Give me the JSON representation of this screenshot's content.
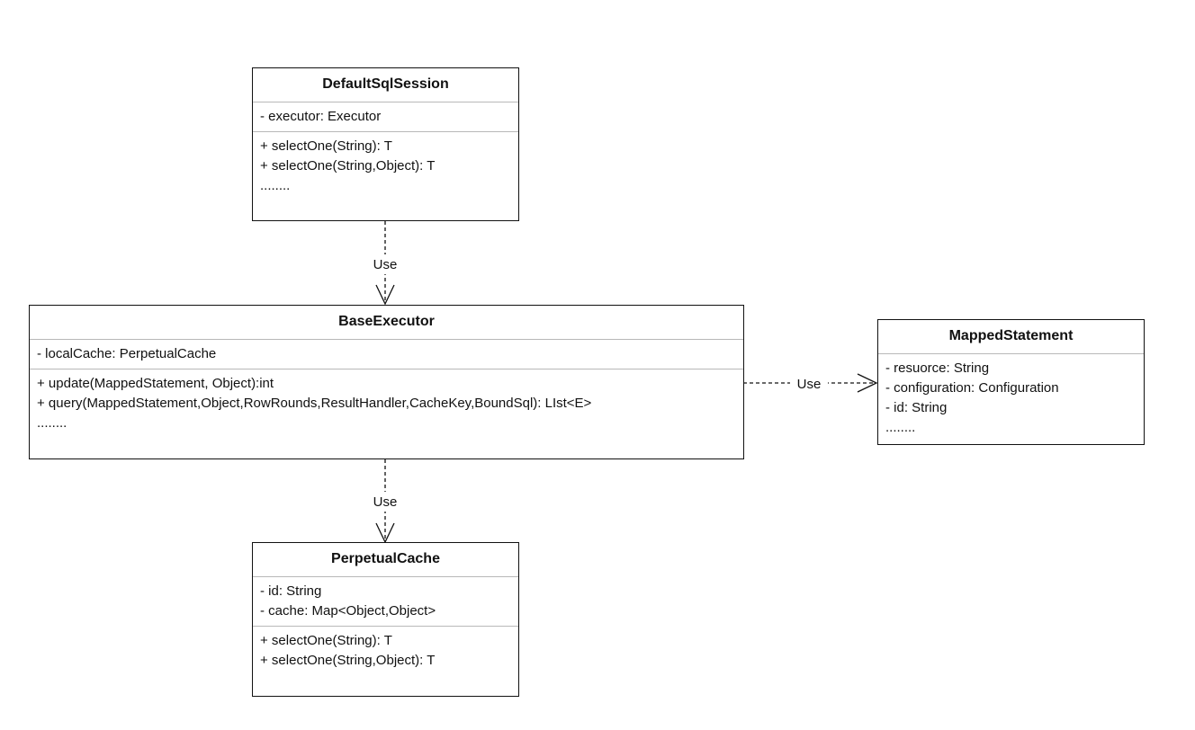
{
  "classes": {
    "default_sql_session": {
      "name": "DefaultSqlSession",
      "attributes": [
        "- executor: Executor"
      ],
      "operations": [
        "+ selectOne(String): T",
        "+ selectOne(String,Object): T",
        "........"
      ]
    },
    "base_executor": {
      "name": "BaseExecutor",
      "attributes": [
        "- localCache: PerpetualCache"
      ],
      "operations": [
        "+ update(MappedStatement, Object):int",
        "+ query(MappedStatement,Object,RowRounds,ResultHandler,CacheKey,BoundSql): LIst<E>",
        "........"
      ]
    },
    "mapped_statement": {
      "name": "MappedStatement",
      "attributes": [
        "- resuorce: String",
        "- configuration: Configuration",
        "- id: String",
        "........"
      ]
    },
    "perpetual_cache": {
      "name": "PerpetualCache",
      "attributes": [
        "- id: String",
        "- cache: Map<Object,Object>"
      ],
      "operations": [
        "+ selectOne(String): T",
        "+ selectOne(String,Object): T"
      ]
    }
  },
  "relations": [
    {
      "from": "DefaultSqlSession",
      "to": "BaseExecutor",
      "label": "Use",
      "style": "dashed-open-arrow"
    },
    {
      "from": "BaseExecutor",
      "to": "MappedStatement",
      "label": "Use",
      "style": "dashed-open-arrow"
    },
    {
      "from": "BaseExecutor",
      "to": "PerpetualCache",
      "label": "Use",
      "style": "dashed-open-arrow"
    }
  ]
}
